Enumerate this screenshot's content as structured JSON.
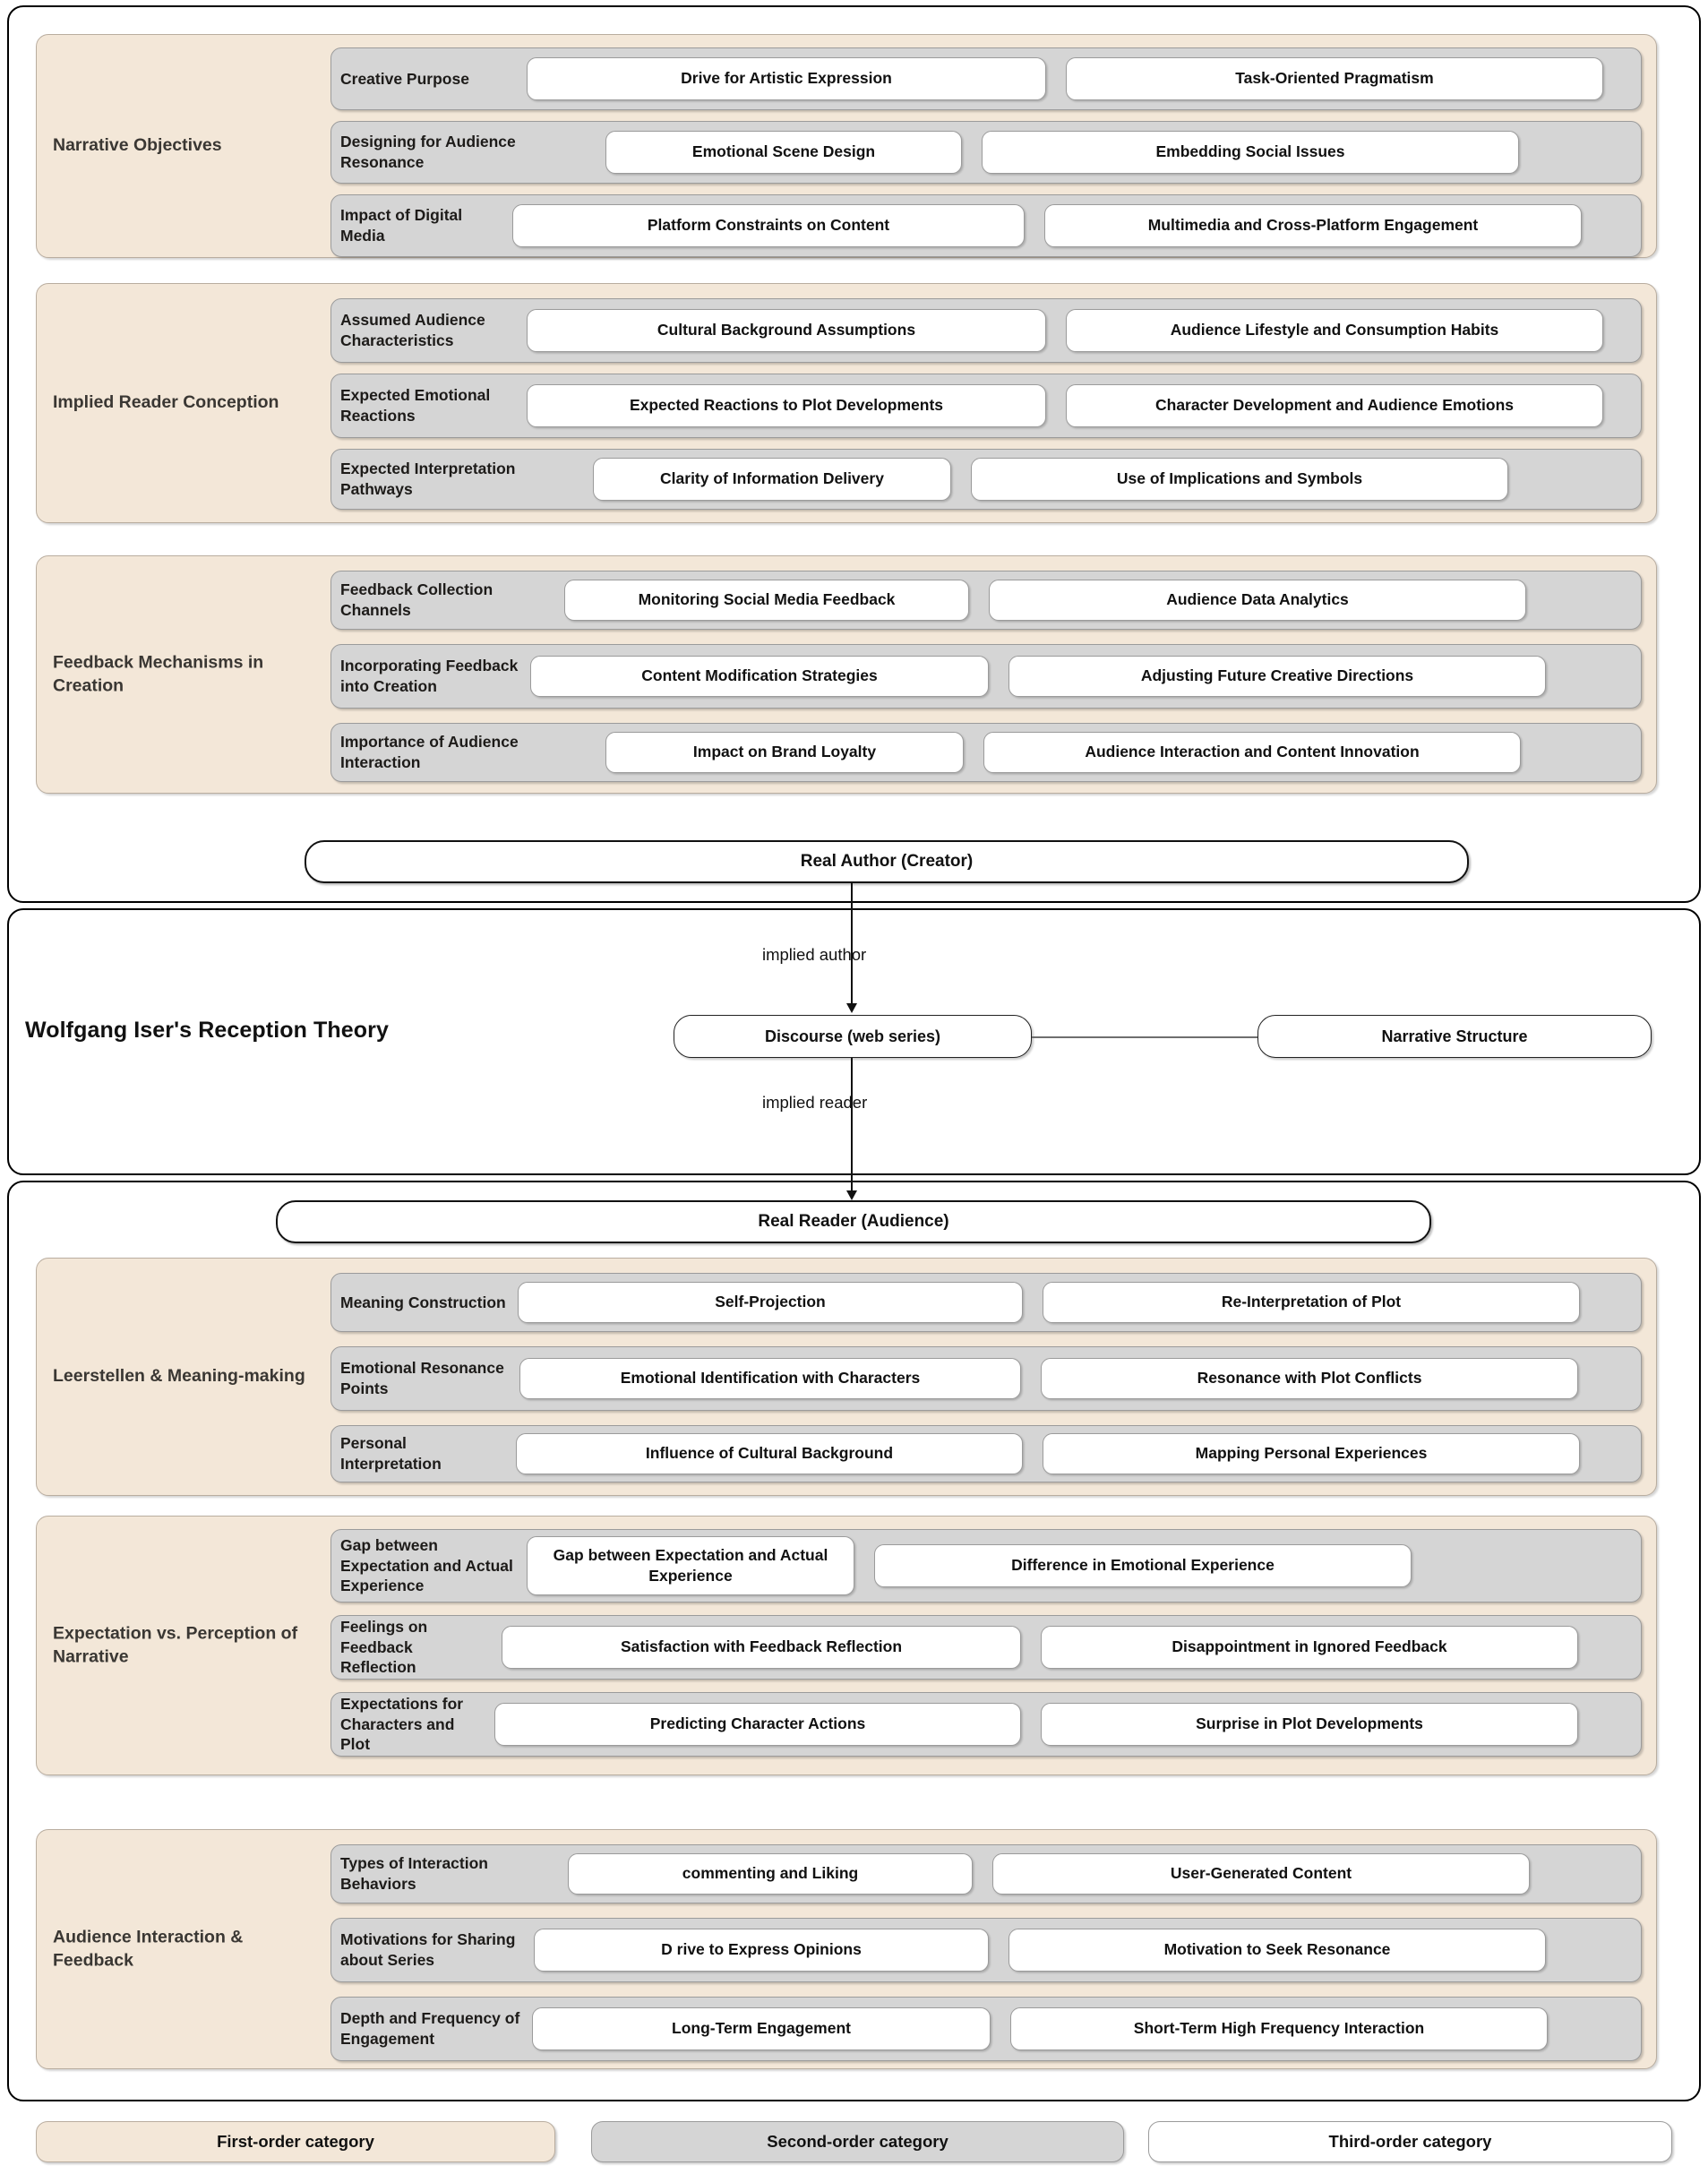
{
  "theory": {
    "title": "Wolfgang Iser's Reception Theory",
    "nodes": {
      "real_author": "Real Author (Creator)",
      "discourse": "Discourse (web series)",
      "narrative_structure": "Narrative Structure",
      "real_reader": "Real Reader (Audience)"
    },
    "connectors": {
      "implied_author": "implied author",
      "implied_reader": "implied reader"
    }
  },
  "groups": [
    {
      "id": "narrative-objectives",
      "label": "Narrative Objectives",
      "rows": [
        {
          "label": "Creative Purpose",
          "chips": [
            "Drive for Artistic Expression",
            "Task-Oriented Pragmatism"
          ]
        },
        {
          "label": "Designing for Audience Resonance",
          "chips": [
            "Emotional Scene Design",
            "Embedding Social Issues"
          ]
        },
        {
          "label": "Impact of Digital Media",
          "chips": [
            "Platform Constraints on Content",
            "Multimedia and Cross-Platform Engagement"
          ]
        }
      ]
    },
    {
      "id": "implied-reader-conception",
      "label": "Implied Reader Conception",
      "rows": [
        {
          "label": "Assumed Audience Characteristics",
          "chips": [
            "Cultural Background Assumptions",
            "Audience Lifestyle and Consumption Habits"
          ]
        },
        {
          "label": "Expected Emotional Reactions",
          "chips": [
            "Expected Reactions to Plot Developments",
            "Character Development and Audience Emotions"
          ]
        },
        {
          "label": "Expected Interpretation Pathways",
          "chips": [
            "Clarity of Information Delivery",
            "Use of Implications and Symbols"
          ]
        }
      ]
    },
    {
      "id": "feedback-mechanisms-in-creation",
      "label": "Feedback Mechanisms in Creation",
      "rows": [
        {
          "label": "Feedback Collection Channels",
          "chips": [
            "Monitoring Social Media Feedback",
            "Audience Data Analytics"
          ]
        },
        {
          "label": "Incorporating Feedback into Creation",
          "chips": [
            "Content Modification Strategies",
            "Adjusting Future Creative Directions"
          ]
        },
        {
          "label": "Importance of Audience Interaction",
          "chips": [
            "Impact on Brand Loyalty",
            "Audience Interaction and Content Innovation"
          ]
        }
      ]
    },
    {
      "id": "leerstellen-meaning-making",
      "label": "Leerstellen & Meaning-making",
      "rows": [
        {
          "label": "Meaning Construction",
          "chips": [
            "Self-Projection",
            "Re-Interpretation of Plot"
          ]
        },
        {
          "label": "Emotional Resonance Points",
          "chips": [
            "Emotional Identification with Characters",
            "Resonance with Plot Conflicts"
          ]
        },
        {
          "label": "Personal Interpretation",
          "chips": [
            "Influence of Cultural Background",
            "Mapping Personal Experiences"
          ]
        }
      ]
    },
    {
      "id": "expectation-vs-perception-of-narrative",
      "label": "Expectation vs. Perception of Narrative",
      "rows": [
        {
          "label": "Gap between Expectation and Actual Experience",
          "chips": [
            "Gap between Expectation and Actual Experience",
            "Difference in Emotional Experience"
          ]
        },
        {
          "label": "Feelings on Feedback Reflection",
          "chips": [
            "Satisfaction with Feedback Reflection",
            "Disappointment in Ignored Feedback"
          ]
        },
        {
          "label": "Expectations for Characters and Plot",
          "chips": [
            "Predicting Character Actions",
            "Surprise in Plot Developments"
          ]
        }
      ]
    },
    {
      "id": "audience-interaction-feedback",
      "label": "Audience Interaction & Feedback",
      "rows": [
        {
          "label": "Types of Interaction Behaviors",
          "chips": [
            "commenting and Liking",
            "User-Generated Content"
          ]
        },
        {
          "label": "Motivations for Sharing about Series",
          "chips": [
            "D rive to Express Opinions",
            "Motivation to Seek Resonance"
          ]
        },
        {
          "label": "Depth and Frequency of Engagement",
          "chips": [
            "Long-Term Engagement",
            "Short-Term High Frequency Interaction"
          ]
        }
      ]
    }
  ],
  "legend": {
    "first": "First-order category",
    "second": "Second-order category",
    "third": "Third-order category"
  },
  "colors": {
    "first_order": "#F3E7D8",
    "second_order": "#D5D5D5",
    "third_order": "#FFFFFF",
    "outline": "#111111"
  }
}
